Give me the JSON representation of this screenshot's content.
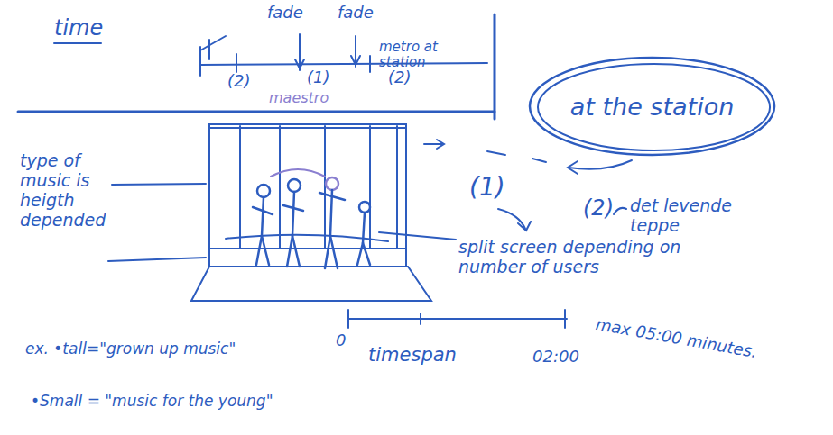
{
  "diagram": {
    "nodes": [
      {
        "text": [
          "at the station"
        ]
      }
    ],
    "labels": [
      "time",
      "fade",
      "fade",
      "(2)",
      "(1)",
      "(2)",
      "metro at station",
      "maestro",
      "type of music is heigth depended",
      "(1)",
      "(2)",
      "det levende teppe",
      "split screen depending on number of users",
      "0",
      "timespan",
      "02:00",
      "max 05:00 minutes.",
      "ex. •tall=\"grown up music\"",
      "•Small = \"music for the young\""
    ]
  }
}
